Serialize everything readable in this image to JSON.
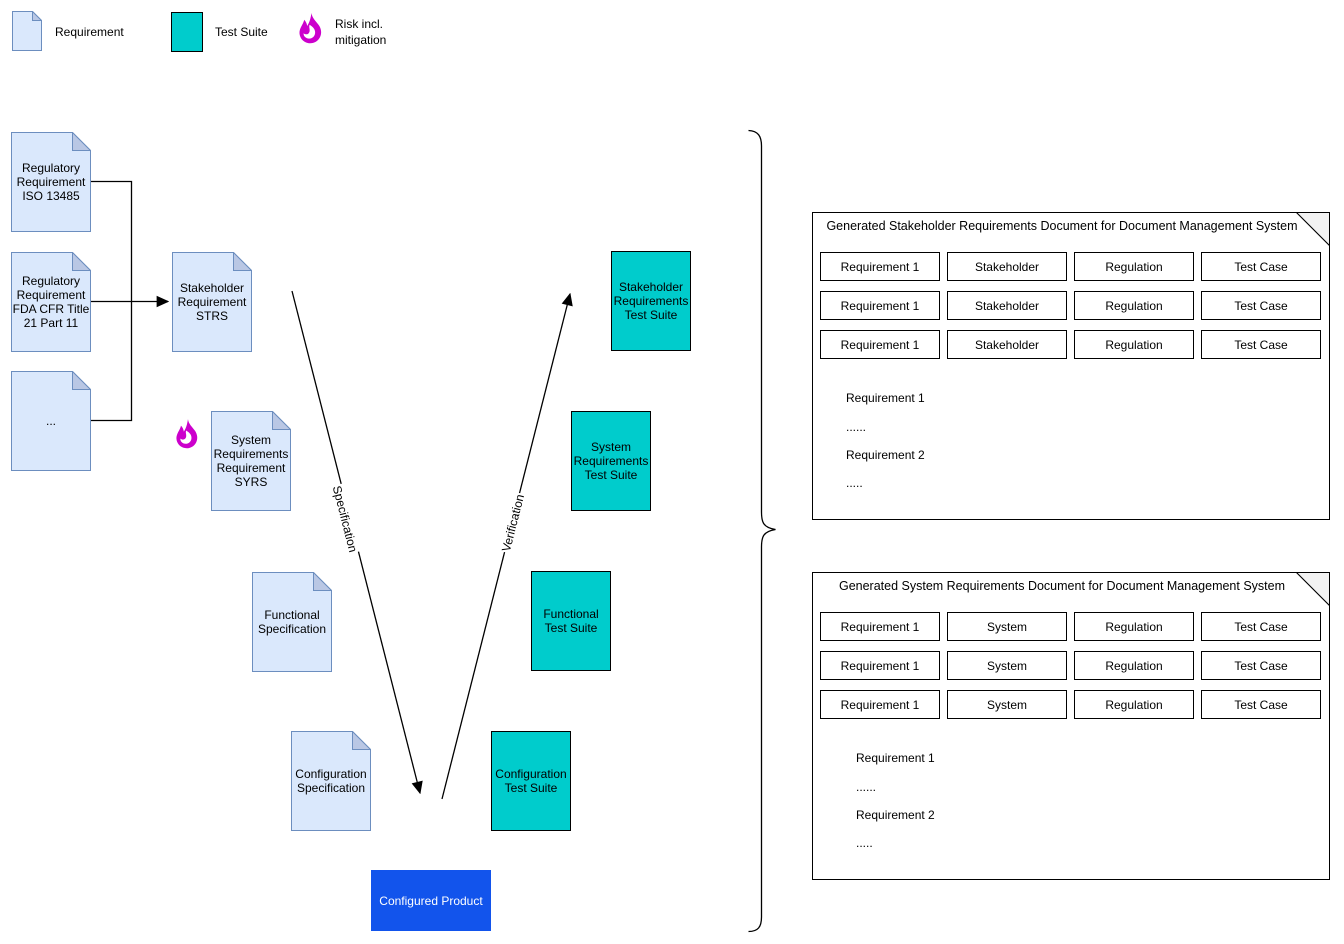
{
  "colors": {
    "doc_fill": "#dae8fc",
    "doc_stroke": "#6c8ebf",
    "doc_fold": "#b9c7e4",
    "suite_fill": "#00cccc",
    "suite_stroke": "#000000",
    "product_fill": "#1254ec",
    "flame": "#cc00cc",
    "panel_fill": "#ffffff",
    "panel_stroke": "#000000",
    "panel_fold": "#f2f2f2",
    "line": "#000000"
  },
  "legend": {
    "requirement": "Requirement",
    "test_suite": "Test Suite",
    "risk": "Risk incl. mitigation"
  },
  "diagram": {
    "regulatory_docs": [
      {
        "label": "Regulatory Requirement ISO 13485"
      },
      {
        "label": "Regulatory Requirement FDA CFR Title 21 Part 11"
      },
      {
        "label": "..."
      }
    ],
    "spec_docs": [
      {
        "label": "Stakeholder Requirement STRS"
      },
      {
        "label": "System Requirements Requirement SYRS"
      },
      {
        "label": "Functional Specification"
      },
      {
        "label": "Configuration Specification"
      }
    ],
    "test_suites": [
      {
        "label": "Stakeholder Requirements Test Suite"
      },
      {
        "label": "System Requirements Test Suite"
      },
      {
        "label": "Functional Test Suite"
      },
      {
        "label": "Configuration Test Suite"
      }
    ],
    "product_label": "Configured Product",
    "down_arrow_label": "Specification",
    "up_arrow_label": "Verification"
  },
  "panels": [
    {
      "title": "Generated Stakeholder Requirements Document for Document Management System",
      "rows": [
        [
          "Requirement 1",
          "Stakeholder",
          "Regulation",
          "Test Case"
        ],
        [
          "Requirement 1",
          "Stakeholder",
          "Regulation",
          "Test Case"
        ],
        [
          "Requirement 1",
          "Stakeholder",
          "Regulation",
          "Test Case"
        ]
      ],
      "body": [
        "Requirement 1",
        "......",
        "Requirement 2",
        "....."
      ]
    },
    {
      "title": "Generated System Requirements Document for Document Management System",
      "rows": [
        [
          "Requirement 1",
          "System",
          "Regulation",
          "Test Case"
        ],
        [
          "Requirement 1",
          "System",
          "Regulation",
          "Test Case"
        ],
        [
          "Requirement 1",
          "System",
          "Regulation",
          "Test Case"
        ]
      ],
      "body": [
        "Requirement 1",
        "......",
        "Requirement 2",
        "....."
      ]
    }
  ]
}
